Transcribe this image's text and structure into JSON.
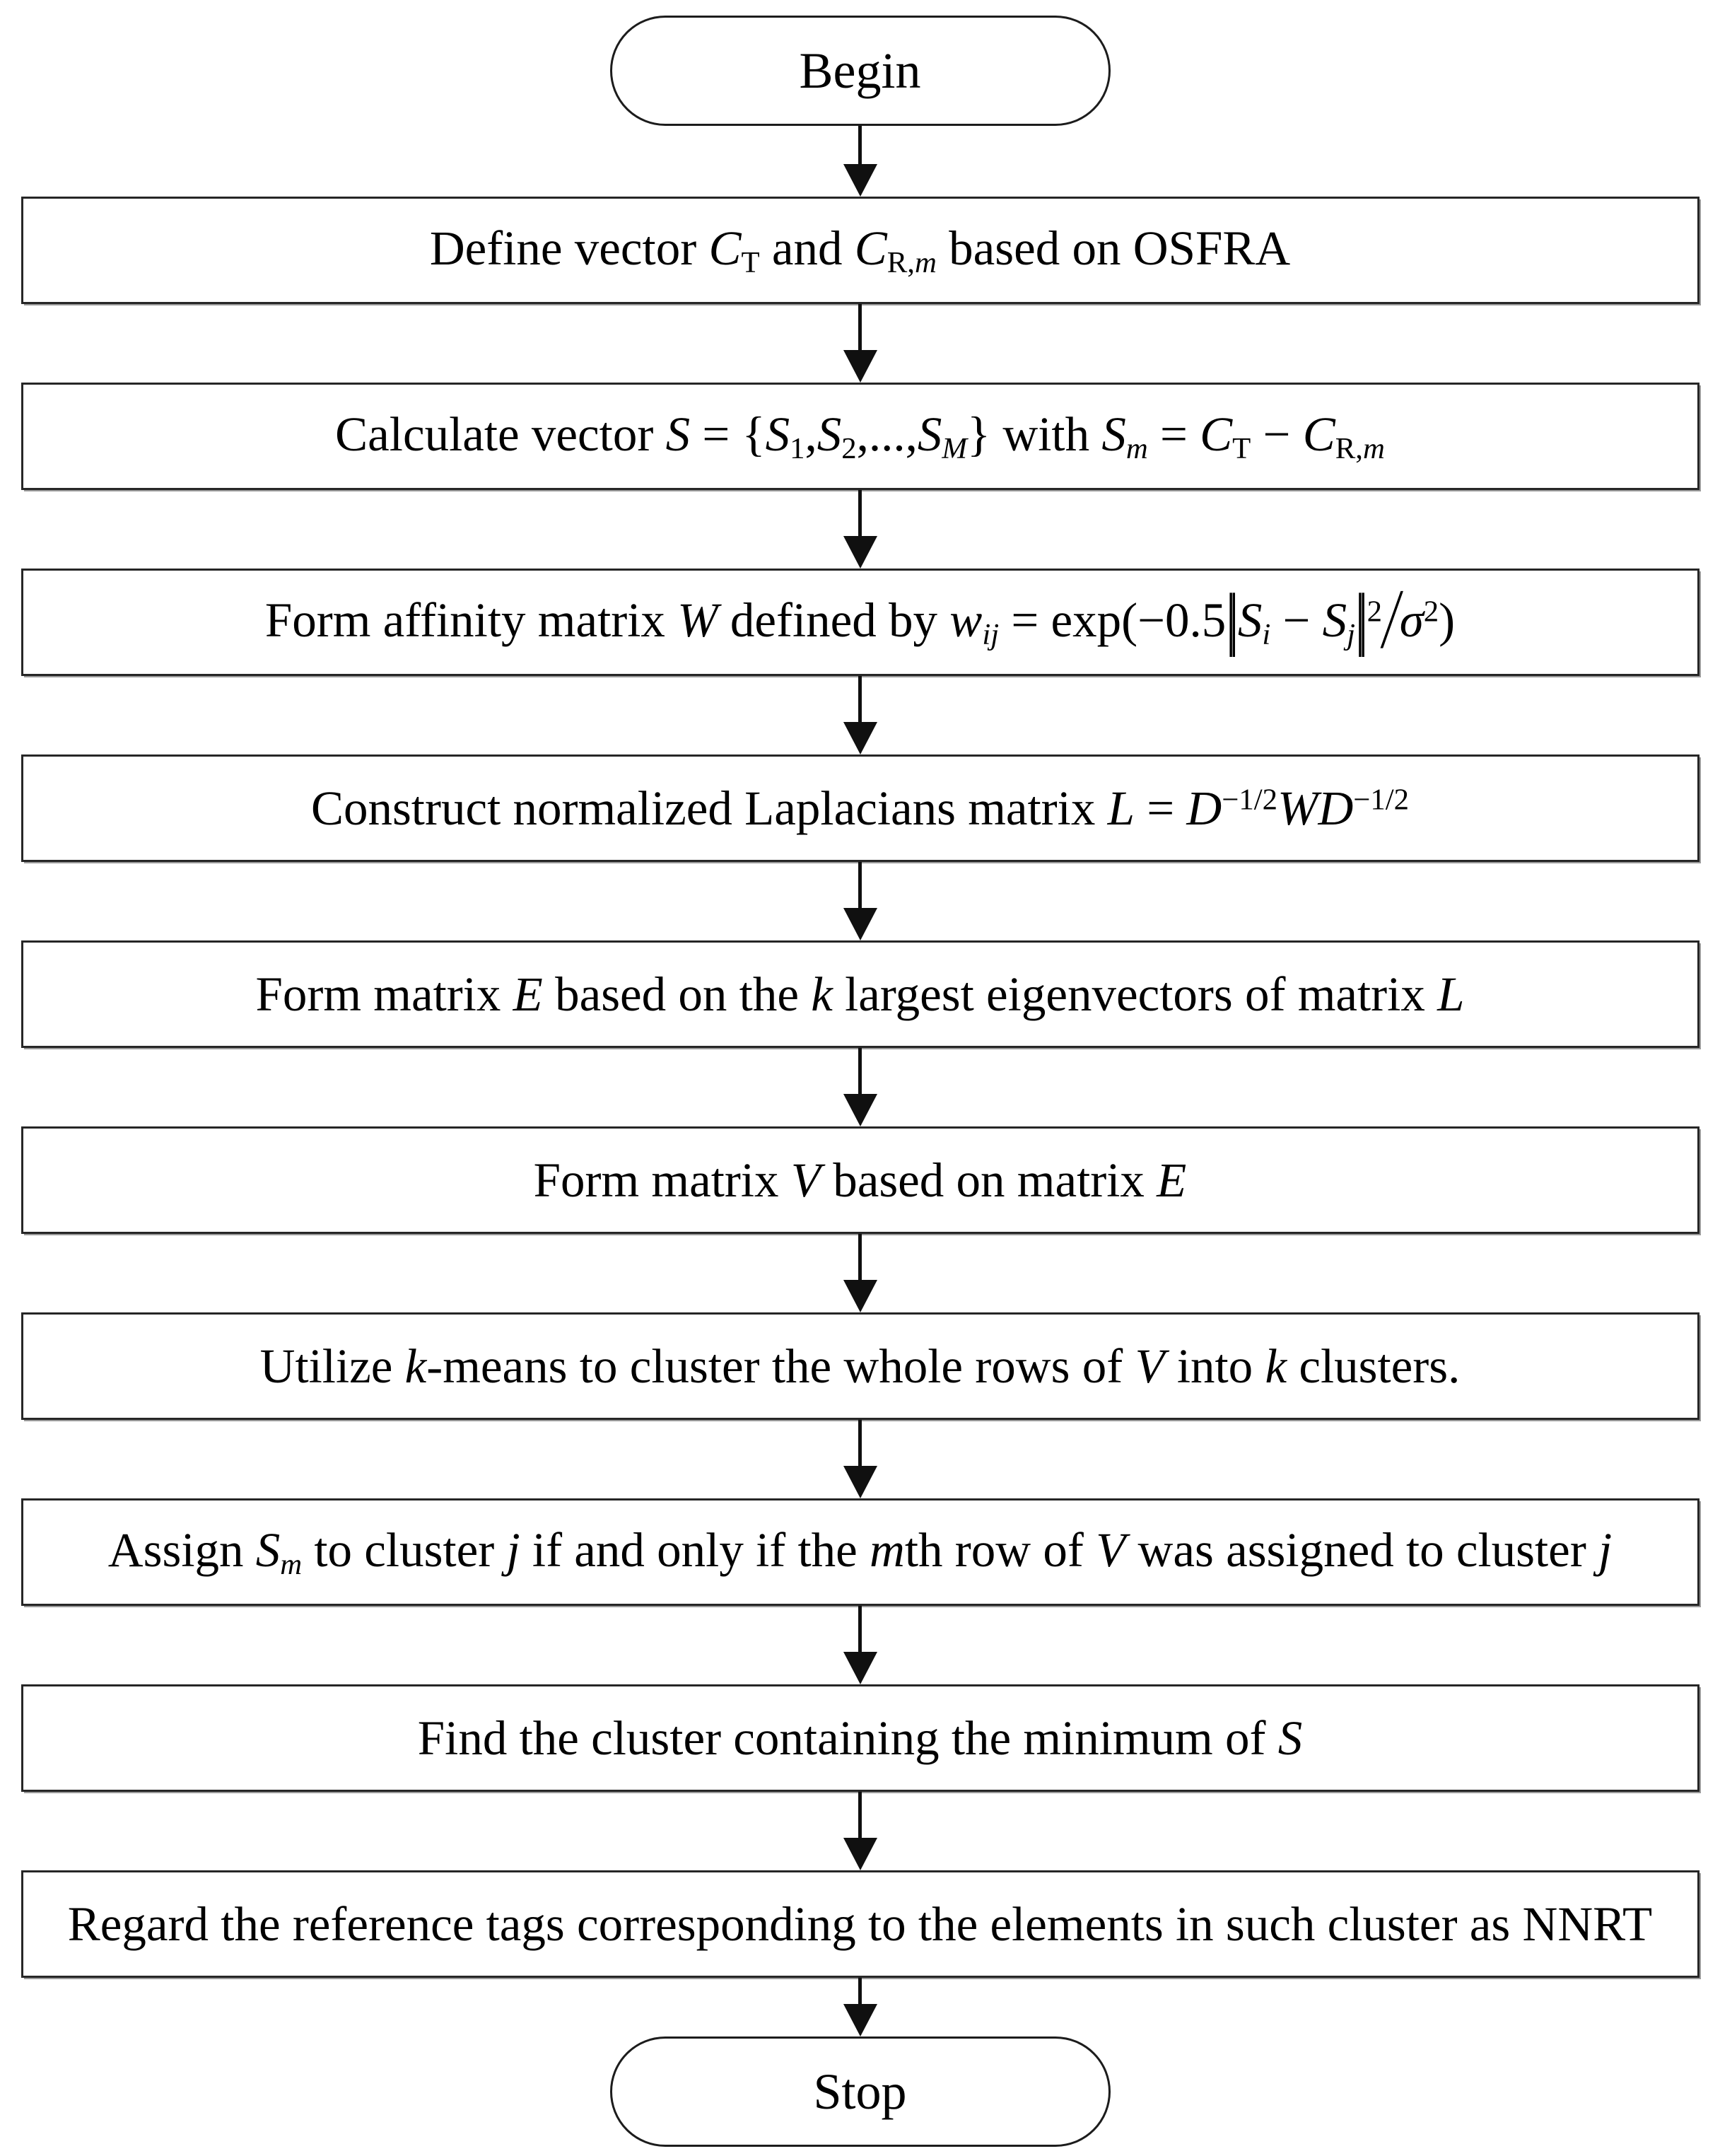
{
  "colors": {
    "background": "#ffffff",
    "stroke": "#1c1c1c",
    "text": "#000000",
    "arrow": "#101010",
    "shadow": "#9a9a9a"
  },
  "flowchart": {
    "nodes": [
      {
        "id": "begin",
        "type": "terminator",
        "label": "Begin"
      },
      {
        "id": "define-vectors",
        "type": "process",
        "text": "Define vector C_T and C_R,m based on OSFRA",
        "segments": [
          {
            "t": "r",
            "v": "Define vector "
          },
          {
            "t": "i",
            "v": "C"
          },
          {
            "t": "sub",
            "v": "T"
          },
          {
            "t": "r",
            "v": " and "
          },
          {
            "t": "i",
            "v": "C"
          },
          {
            "t": "sub",
            "v": "R,"
          },
          {
            "t": "subi",
            "v": "m"
          },
          {
            "t": "r",
            "v": " based on OSFRA"
          }
        ]
      },
      {
        "id": "calculate-vector-s",
        "type": "process",
        "text": "Calculate vector S = {S_1, S_2, ..., S_M} with S_m = C_T − C_R,m",
        "segments": [
          {
            "t": "r",
            "v": "Calculate vector "
          },
          {
            "t": "i",
            "v": "S"
          },
          {
            "t": "r",
            "v": " = {"
          },
          {
            "t": "i",
            "v": "S"
          },
          {
            "t": "sub",
            "v": "1"
          },
          {
            "t": "r",
            "v": ","
          },
          {
            "t": "i",
            "v": "S"
          },
          {
            "t": "sub",
            "v": "2"
          },
          {
            "t": "r",
            "v": ",...,"
          },
          {
            "t": "i",
            "v": "S"
          },
          {
            "t": "subi",
            "v": "M"
          },
          {
            "t": "r",
            "v": "} with "
          },
          {
            "t": "i",
            "v": "S"
          },
          {
            "t": "subi",
            "v": "m"
          },
          {
            "t": "r",
            "v": " = "
          },
          {
            "t": "i",
            "v": "C"
          },
          {
            "t": "sub",
            "v": "T"
          },
          {
            "t": "r",
            "v": " − "
          },
          {
            "t": "i",
            "v": "C"
          },
          {
            "t": "sub",
            "v": "R,"
          },
          {
            "t": "subi",
            "v": "m"
          }
        ]
      },
      {
        "id": "form-affinity-matrix",
        "type": "process",
        "text": "Form affinity matrix W defined by w_ij = exp(−0.5‖S_i − S_j‖²/σ²)",
        "segments": [
          {
            "t": "r",
            "v": "Form affinity matrix "
          },
          {
            "t": "i",
            "v": "W"
          },
          {
            "t": "r",
            "v": " defined by "
          },
          {
            "t": "i",
            "v": "w"
          },
          {
            "t": "subi",
            "v": "ij"
          },
          {
            "t": "r",
            "v": " = exp(−0.5"
          },
          {
            "t": "norm",
            "v": "||"
          },
          {
            "t": "i",
            "v": "S"
          },
          {
            "t": "subi",
            "v": "i"
          },
          {
            "t": "r",
            "v": " − "
          },
          {
            "t": "i",
            "v": "S"
          },
          {
            "t": "subi",
            "v": "j"
          },
          {
            "t": "norm",
            "v": "||"
          },
          {
            "t": "sup",
            "v": "2"
          },
          {
            "t": "slash",
            "v": "/"
          },
          {
            "t": "i",
            "v": "σ"
          },
          {
            "t": "sup",
            "v": "2"
          },
          {
            "t": "r",
            "v": ")"
          }
        ]
      },
      {
        "id": "construct-normalized-laplacian",
        "type": "process",
        "text": "Construct normalized Laplacians matrix L = D^−1/2 W D^−1/2",
        "segments": [
          {
            "t": "r",
            "v": "Construct normalized Laplacians matrix "
          },
          {
            "t": "i",
            "v": "L"
          },
          {
            "t": "r",
            "v": " = "
          },
          {
            "t": "i",
            "v": "D"
          },
          {
            "t": "sup",
            "v": "−1/2"
          },
          {
            "t": "i",
            "v": "WD"
          },
          {
            "t": "sup",
            "v": "−1/2"
          }
        ]
      },
      {
        "id": "form-matrix-e",
        "type": "process",
        "text": "Form matrix E based on the k largest eigenvectors of matrix L",
        "segments": [
          {
            "t": "r",
            "v": "Form matrix "
          },
          {
            "t": "i",
            "v": "E"
          },
          {
            "t": "r",
            "v": " based on the "
          },
          {
            "t": "i",
            "v": "k"
          },
          {
            "t": "r",
            "v": " largest eigenvectors of matrix "
          },
          {
            "t": "i",
            "v": "L"
          }
        ]
      },
      {
        "id": "form-matrix-v",
        "type": "process",
        "text": "Form matrix V based on matrix E",
        "segments": [
          {
            "t": "r",
            "v": "Form matrix "
          },
          {
            "t": "i",
            "v": "V"
          },
          {
            "t": "r",
            "v": " based on matrix "
          },
          {
            "t": "i",
            "v": "E"
          }
        ]
      },
      {
        "id": "kmeans-cluster-rows",
        "type": "process",
        "text": "Utilize k-means to cluster the whole rows of V into k clusters.",
        "segments": [
          {
            "t": "r",
            "v": "Utilize "
          },
          {
            "t": "i",
            "v": "k"
          },
          {
            "t": "r",
            "v": "-means to cluster the whole rows of "
          },
          {
            "t": "i",
            "v": "V"
          },
          {
            "t": "r",
            "v": " into "
          },
          {
            "t": "i",
            "v": "k"
          },
          {
            "t": "r",
            "v": " clusters."
          }
        ]
      },
      {
        "id": "assign-sm-to-cluster",
        "type": "process",
        "text": "Assign S_m to cluster j if and only if the mth row of V was assigned to cluster j",
        "segments": [
          {
            "t": "r",
            "v": "Assign "
          },
          {
            "t": "i",
            "v": "S"
          },
          {
            "t": "subi",
            "v": "m"
          },
          {
            "t": "r",
            "v": " to cluster "
          },
          {
            "t": "i",
            "v": "j"
          },
          {
            "t": "r",
            "v": " if and only if the "
          },
          {
            "t": "i",
            "v": "m"
          },
          {
            "t": "r",
            "v": "th row of "
          },
          {
            "t": "i",
            "v": "V"
          },
          {
            "t": "r",
            "v": " was assigned to cluster "
          },
          {
            "t": "i",
            "v": "j"
          }
        ]
      },
      {
        "id": "find-min-cluster",
        "type": "process",
        "text": "Find the cluster containing the minimum of S",
        "segments": [
          {
            "t": "r",
            "v": "Find the cluster containing the minimum of "
          },
          {
            "t": "i",
            "v": "S"
          }
        ]
      },
      {
        "id": "regard-tags-nnrt",
        "type": "process",
        "text": "Regard the reference tags corresponding to the elements in such cluster as NNRT",
        "segments": [
          {
            "t": "r",
            "v": "Regard the reference tags corresponding to the elements in such cluster as NNRT"
          }
        ]
      },
      {
        "id": "stop",
        "type": "terminator",
        "label": "Stop"
      }
    ],
    "edges": [
      {
        "from": "begin",
        "to": "define-vectors"
      },
      {
        "from": "define-vectors",
        "to": "calculate-vector-s"
      },
      {
        "from": "calculate-vector-s",
        "to": "form-affinity-matrix"
      },
      {
        "from": "form-affinity-matrix",
        "to": "construct-normalized-laplacian"
      },
      {
        "from": "construct-normalized-laplacian",
        "to": "form-matrix-e"
      },
      {
        "from": "form-matrix-e",
        "to": "form-matrix-v"
      },
      {
        "from": "form-matrix-v",
        "to": "kmeans-cluster-rows"
      },
      {
        "from": "kmeans-cluster-rows",
        "to": "assign-sm-to-cluster"
      },
      {
        "from": "assign-sm-to-cluster",
        "to": "find-min-cluster"
      },
      {
        "from": "find-min-cluster",
        "to": "regard-tags-nnrt"
      },
      {
        "from": "regard-tags-nnrt",
        "to": "stop"
      }
    ]
  }
}
